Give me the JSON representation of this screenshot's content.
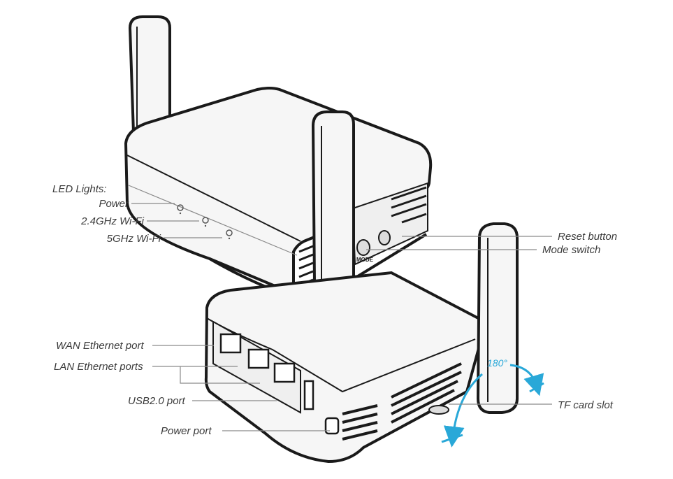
{
  "labels": {
    "led_lights": "LED Lights:",
    "power": "Power",
    "wifi_24": "2.4GHz Wi-Fi",
    "wifi_5": "5GHz Wi-Fi",
    "reset_button": "Reset button",
    "mode_switch": "Mode switch",
    "wan_port": "WAN Ethernet port",
    "lan_ports": "LAN Ethernet ports",
    "usb_port": "USB2.0 port",
    "power_port": "Power port",
    "tf_slot": "TF card slot",
    "rotation": "180°",
    "mode_text": "MODE"
  },
  "colors": {
    "outline": "#1a1a1a",
    "body": "#f6f6f6",
    "shade": "#d9d9d9",
    "leader": "#8a8a8a",
    "label": "#3a3a3a",
    "accent": "#29a8d8"
  }
}
